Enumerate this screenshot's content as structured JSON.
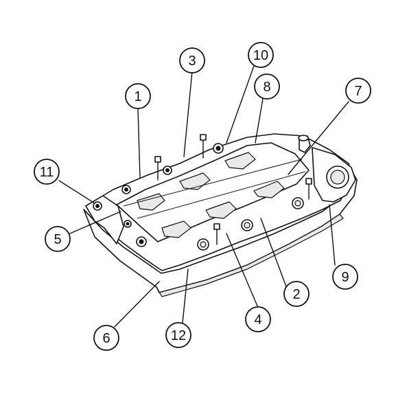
{
  "callouts": [
    {
      "id": "c1",
      "label": "1"
    },
    {
      "id": "c2",
      "label": "2"
    },
    {
      "id": "c3",
      "label": "3"
    },
    {
      "id": "c4",
      "label": "4"
    },
    {
      "id": "c5",
      "label": "5"
    },
    {
      "id": "c6",
      "label": "6"
    },
    {
      "id": "c7",
      "label": "7"
    },
    {
      "id": "c8",
      "label": "8"
    },
    {
      "id": "c9",
      "label": "9"
    },
    {
      "id": "c10",
      "label": "10"
    },
    {
      "id": "c11",
      "label": "11"
    },
    {
      "id": "c12",
      "label": "12"
    }
  ],
  "colors": {
    "ink": "#111111",
    "paper": "#ffffff"
  }
}
